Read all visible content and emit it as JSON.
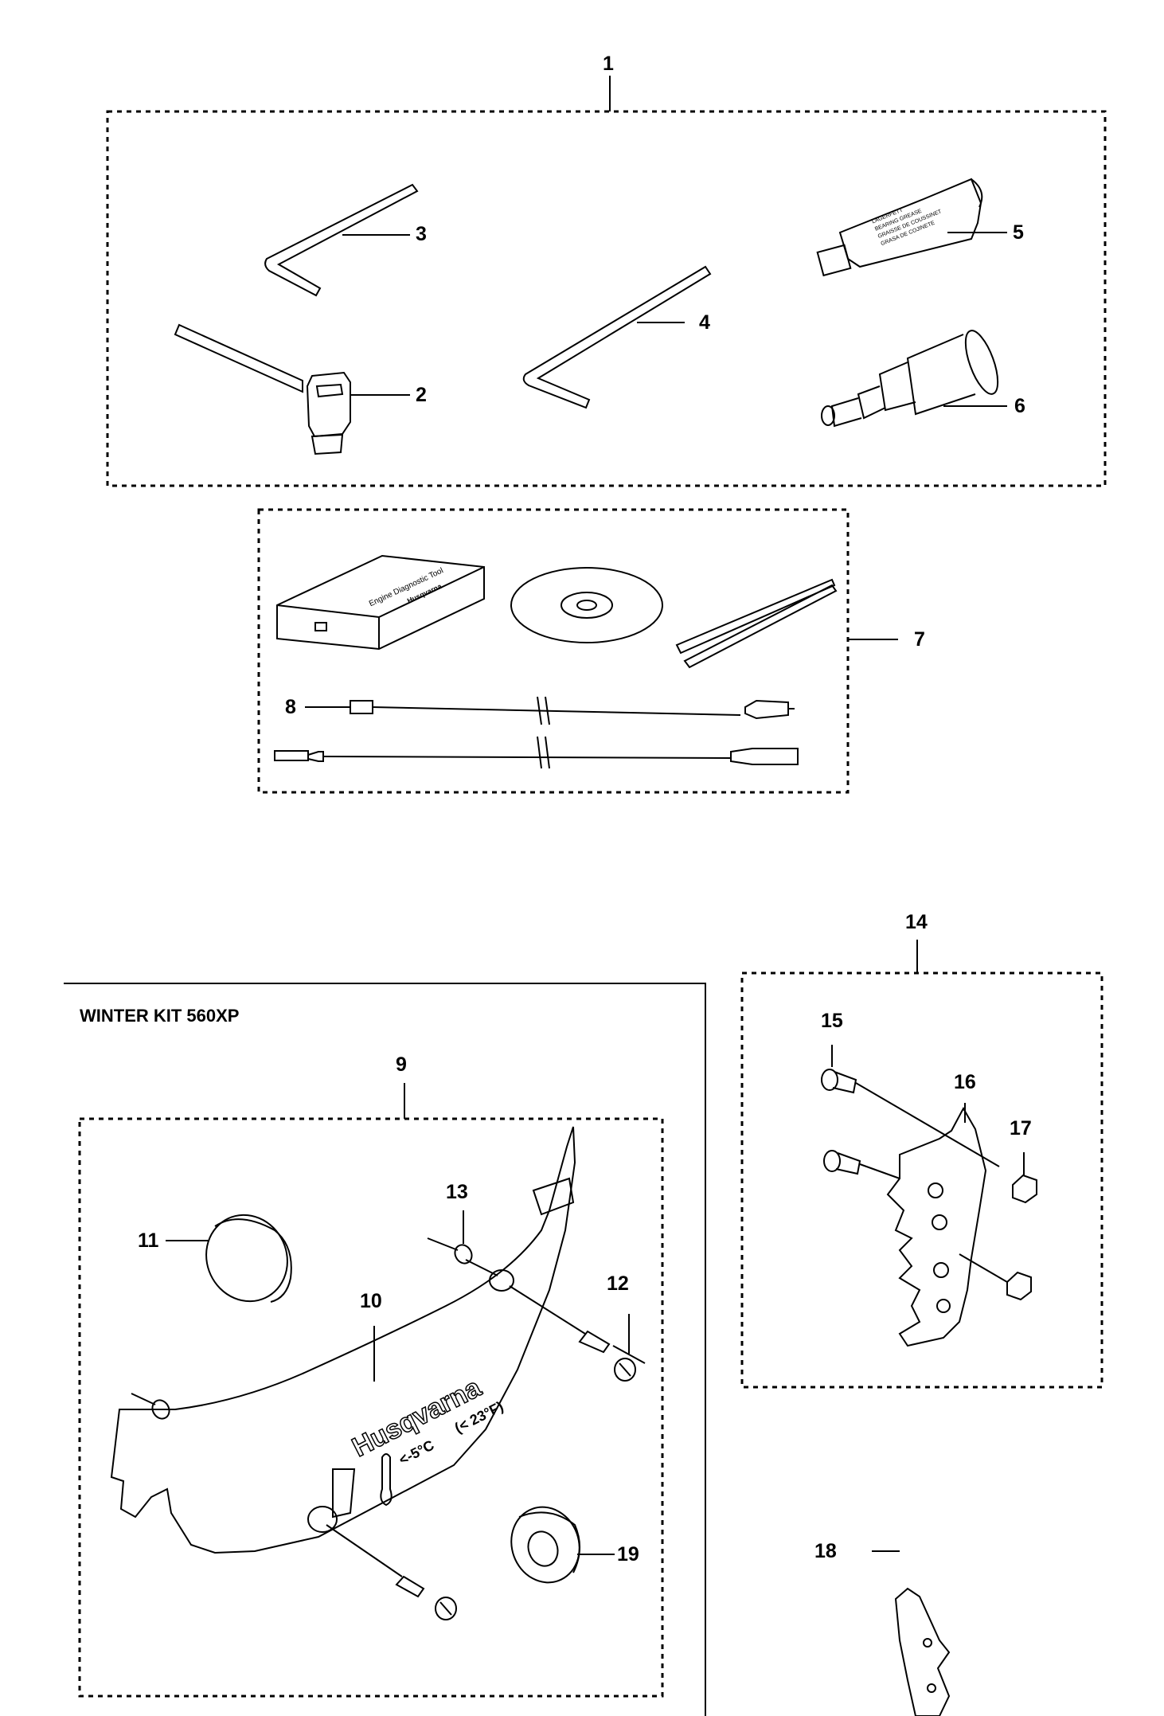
{
  "callouts": {
    "c1": "1",
    "c2": "2",
    "c3": "3",
    "c4": "4",
    "c5": "5",
    "c6": "6",
    "c7": "7",
    "c8": "8",
    "c9": "9",
    "c10": "10",
    "c11": "11",
    "c12": "12",
    "c13": "13",
    "c14": "14",
    "c15": "15",
    "c16": "16",
    "c17": "17",
    "c18": "18",
    "c19": "19"
  },
  "section_title": "WINTER KIT 560XP",
  "product_markings": {
    "brand": "Husqvarna",
    "temperature": "<-5°C",
    "temperature_f": "(< 23°F)",
    "grease_tube": [
      "LAGERFETT",
      "BEARING GREASE",
      "GRAISSE DE COUSSINET",
      "GRASA DE COJINETE"
    ],
    "diagnostic_box": [
      "Engine Diagnostic Tool",
      "Husqvarna"
    ]
  }
}
